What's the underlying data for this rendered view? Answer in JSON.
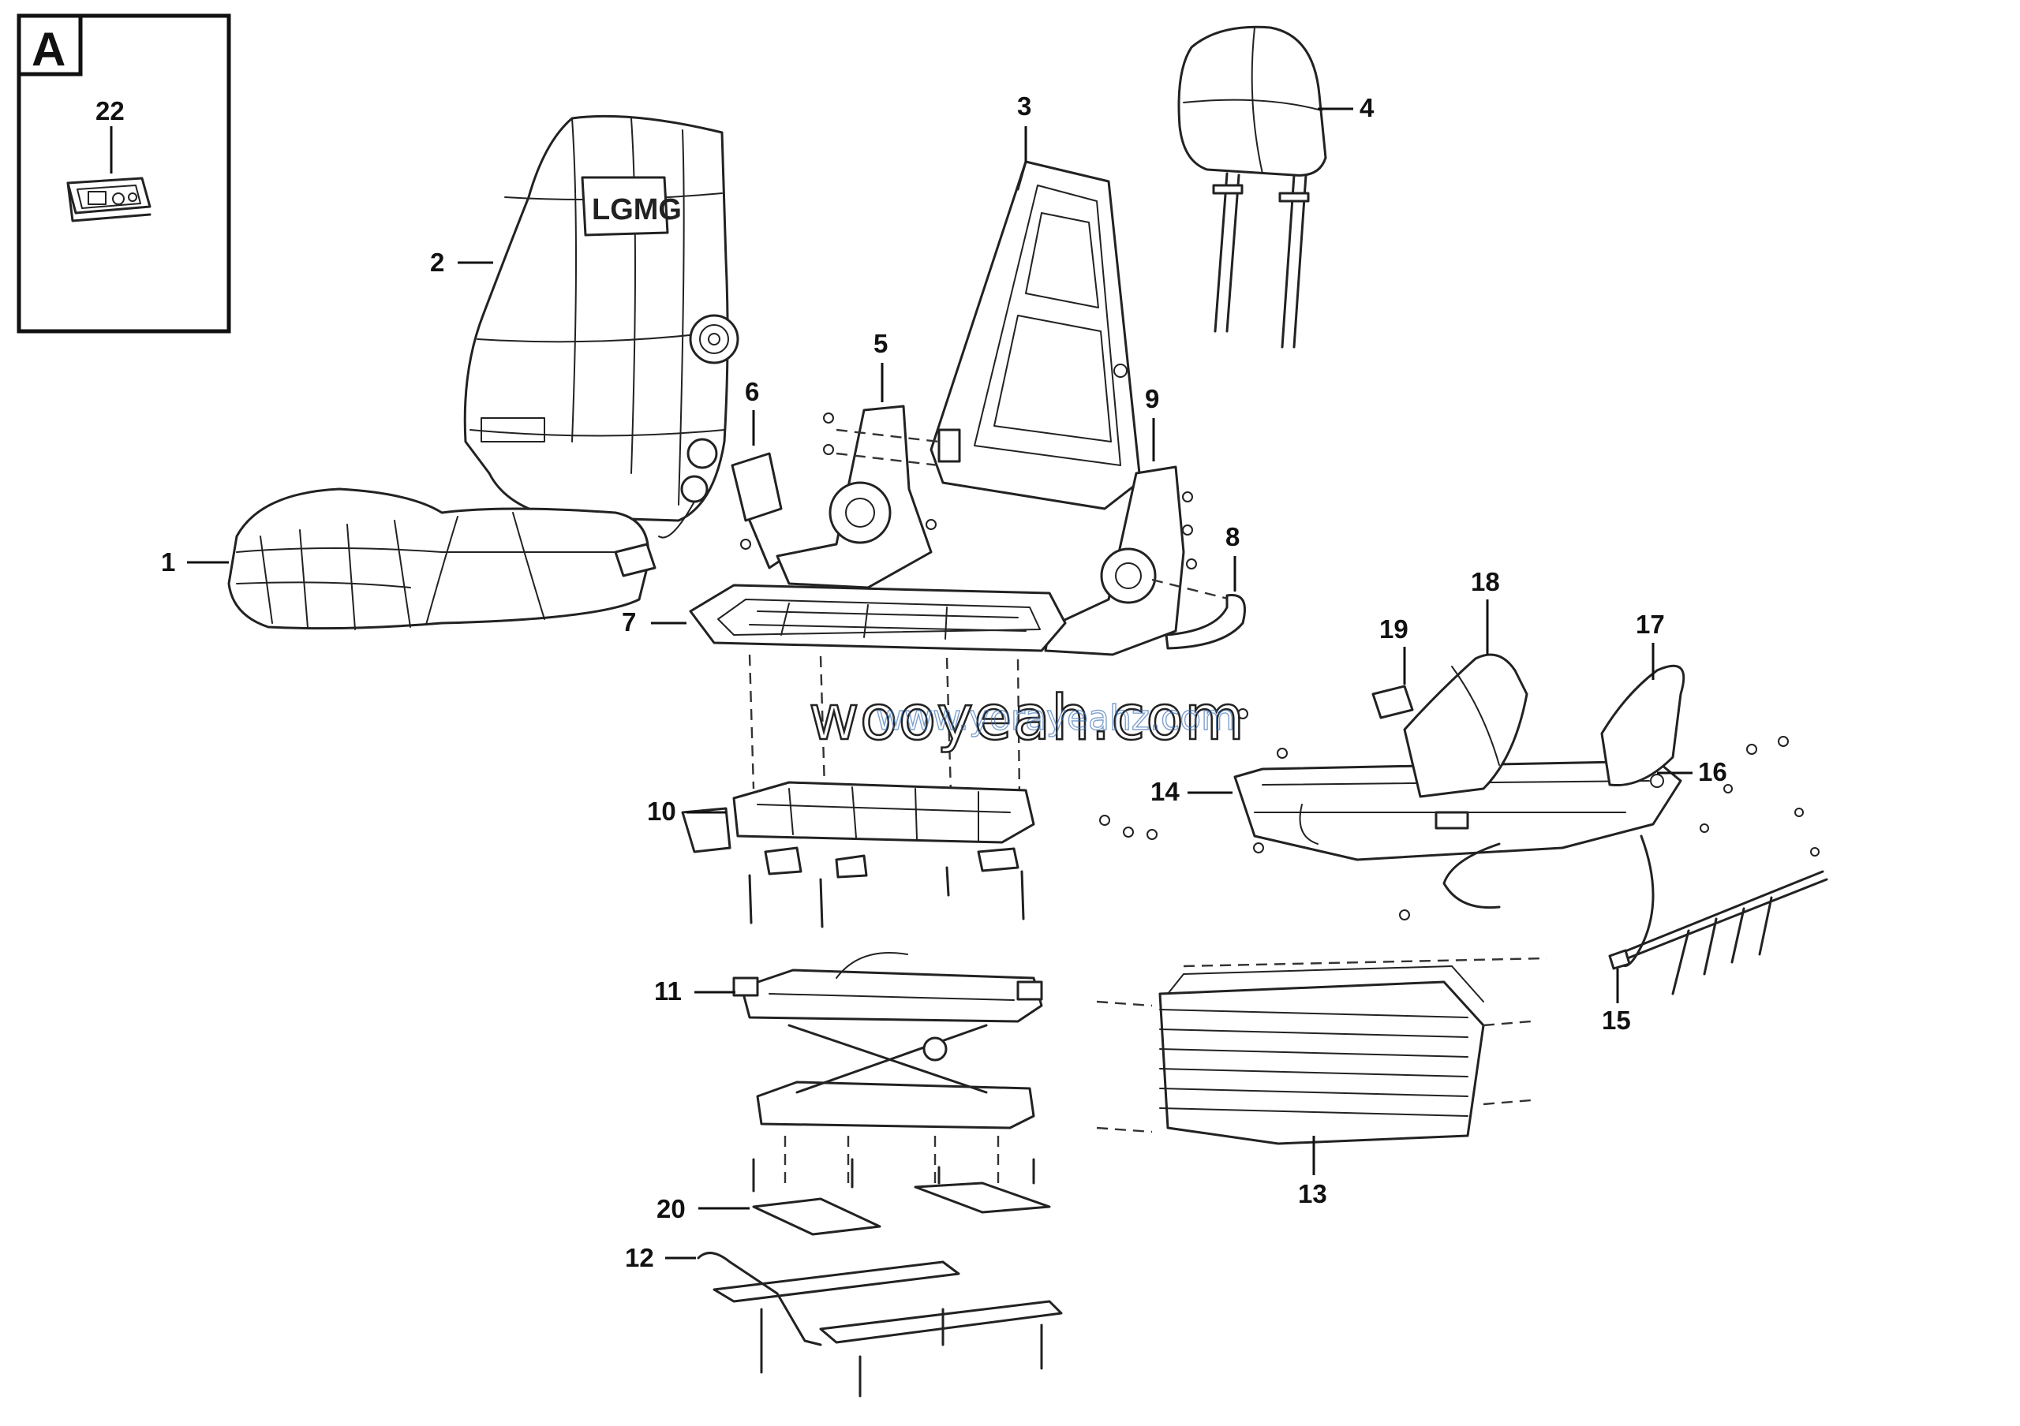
{
  "inset": {
    "letter": "A",
    "part_number": "22"
  },
  "watermark": {
    "main": "wooyeah.com",
    "overlay": "www.yorayeahz.com"
  },
  "callouts": [
    {
      "id": "1",
      "label": "1"
    },
    {
      "id": "2",
      "label": "2"
    },
    {
      "id": "3",
      "label": "3"
    },
    {
      "id": "4",
      "label": "4"
    },
    {
      "id": "5",
      "label": "5"
    },
    {
      "id": "6",
      "label": "6"
    },
    {
      "id": "7",
      "label": "7"
    },
    {
      "id": "8",
      "label": "8"
    },
    {
      "id": "9",
      "label": "9"
    },
    {
      "id": "10",
      "label": "10"
    },
    {
      "id": "11",
      "label": "11"
    },
    {
      "id": "12",
      "label": "12"
    },
    {
      "id": "13",
      "label": "13"
    },
    {
      "id": "14",
      "label": "14"
    },
    {
      "id": "15",
      "label": "15"
    },
    {
      "id": "16",
      "label": "16"
    },
    {
      "id": "17",
      "label": "17"
    },
    {
      "id": "18",
      "label": "18"
    },
    {
      "id": "19",
      "label": "19"
    },
    {
      "id": "20",
      "label": "20"
    }
  ],
  "seat_logo": "LGMG"
}
